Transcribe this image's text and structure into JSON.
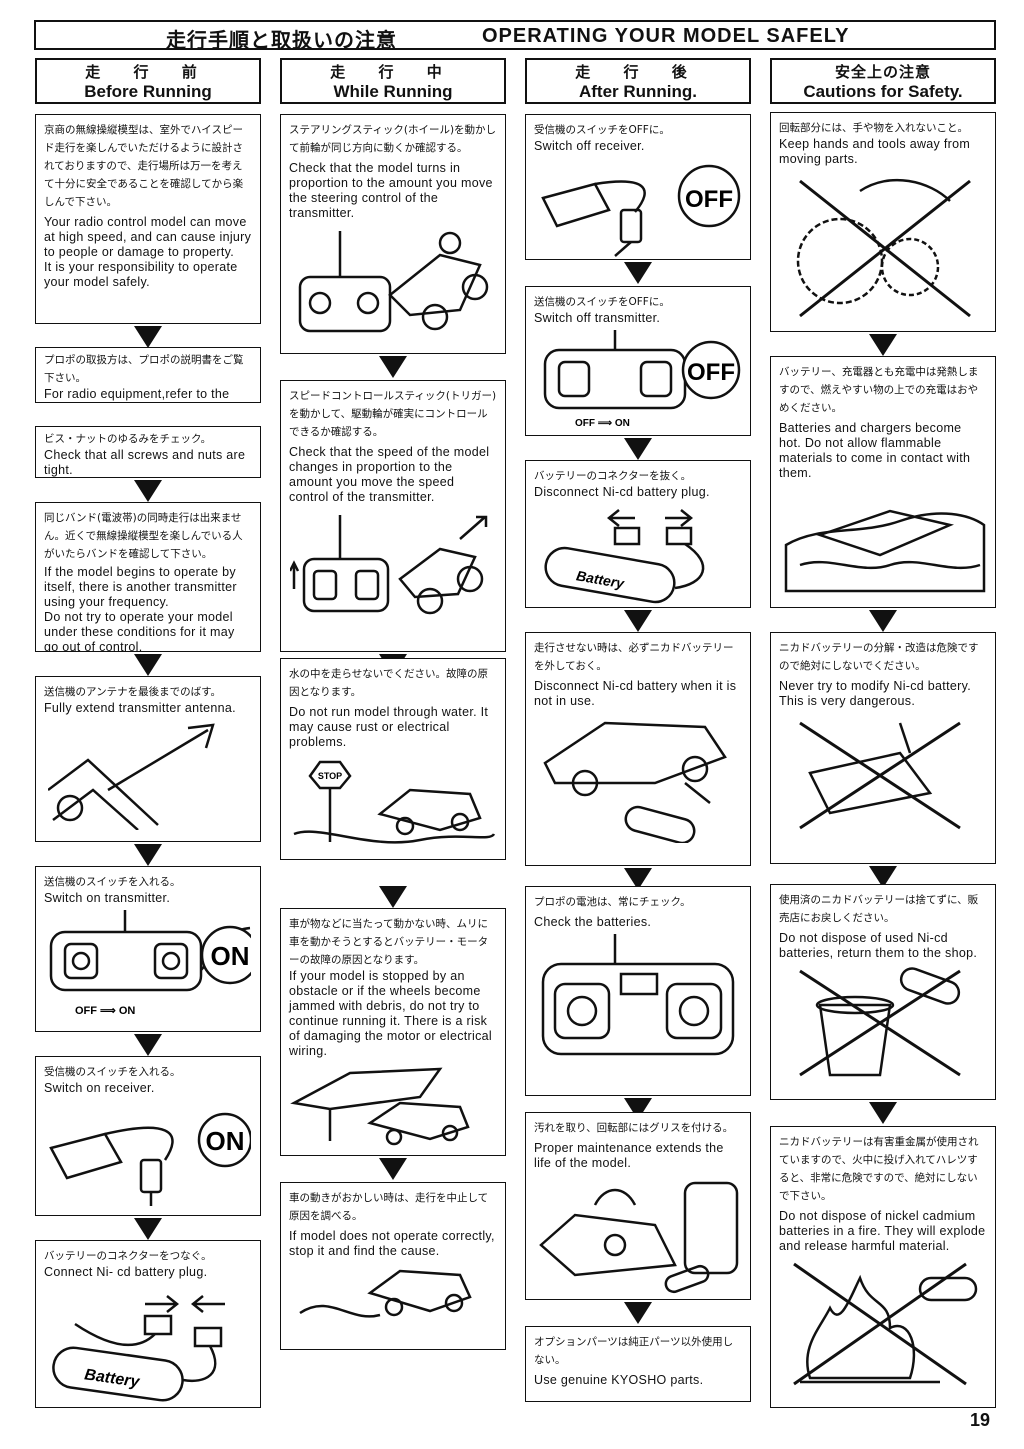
{
  "header": {
    "title_jp": "走行手順と取扱いの注意",
    "title_en": "OPERATING YOUR MODEL SAFELY"
  },
  "columns": [
    {
      "jp": "走 行 前",
      "en": "Before Running"
    },
    {
      "jp": "走 行 中",
      "en": "While Running"
    },
    {
      "jp": "走 行 後",
      "en": "After Running."
    },
    {
      "jp": "安全上の注意",
      "en": "Cautions for Safety."
    }
  ],
  "col1": [
    {
      "jp": "京商の無線操縦模型は、室外でハイスピード走行を楽しんでいただけるように設計されておりますので、走行場所は万一を考えて十分に安全であることを確認してから楽しんで下さい。",
      "en": "Your radio control model can move at high speed, and can cause injury to people or damage to property.\nIt is your responsibility to operate your model safely."
    },
    {
      "jp": "プロポの取扱方は、プロポの説明書をご覧下さい。",
      "en": "For radio equipment,refer to the manual that comes with radio."
    },
    {
      "jp": "ビス・ナットのゆるみをチェック。",
      "en": "Check that all screws and nuts are tight."
    },
    {
      "jp": "同じバンド(電波帯)の同時走行は出来ません。近くで無線操縦模型を楽しんでいる人がいたらバンドを確認して下さい。",
      "en": "If the model begins to operate by itself, there is another transmitter using your frequency.\nDo not try to operate your model under these conditions for it may go out of control."
    },
    {
      "jp": "送信機のアンテナを最後までのばす。",
      "en": "Fully extend transmitter antenna."
    },
    {
      "jp": "送信機のスイッチを入れる。",
      "en": "Switch on transmitter."
    },
    {
      "jp": "受信機のスイッチを入れる。",
      "en": "Switch on receiver."
    },
    {
      "jp": "バッテリーのコネクターをつなぐ。",
      "en": "Connect Ni- cd battery plug."
    }
  ],
  "col2": [
    {
      "jp": "ステアリングスティック(ホイール)を動かして前輪が同じ方向に動くか確認する。",
      "en": "Check that the model turns in proportion to the amount you move the steering control of the transmitter."
    },
    {
      "jp": "スピードコントロールスティック(トリガー)を動かして、駆動輪が確実にコントロールできるか確認する。",
      "en": "Check that the speed of the model changes in proportion to the amount you move the speed control of the transmitter."
    },
    {
      "jp": "水の中を走らせないでください。故障の原因となります。",
      "en": "Do not run model through water. It may cause rust or electrical problems."
    },
    {
      "jp": "車が物などに当たって動かない時、ムリに車を動かそうとするとバッテリー・モーターの故障の原因となります。",
      "en": "If your model is stopped by an obstacle or if the wheels become jammed with debris, do not try to continue running it. There is a risk of damaging the motor or electrical wiring."
    },
    {
      "jp": "車の動きがおかしい時は、走行を中止して原因を調べる。",
      "en": "If model does not operate correctly, stop it and find the cause."
    }
  ],
  "col3": [
    {
      "jp": "受信機のスイッチをOFFに。",
      "en": "Switch off receiver."
    },
    {
      "jp": "送信機のスイッチをOFFに。",
      "en": "Switch off transmitter."
    },
    {
      "jp": "バッテリーのコネクターを抜く。",
      "en": "Disconnect Ni-cd battery plug."
    },
    {
      "jp": "走行させない時は、必ずニカドバッテリーを外しておく。",
      "en": "Disconnect Ni-cd battery when it is not in use."
    },
    {
      "jp": "プロポの電池は、常にチェック。",
      "en": "Check the batteries."
    },
    {
      "jp": "汚れを取り、回転部にはグリスを付ける。",
      "en": "Proper maintenance extends the life of the model."
    },
    {
      "jp": "オプションパーツは純正パーツ以外使用しない。",
      "en": "Use genuine KYOSHO parts."
    }
  ],
  "col4": [
    {
      "jp": "回転部分には、手や物を入れないこと。",
      "en": "Keep hands and tools away from moving parts."
    },
    {
      "jp": "バッテリー、充電器とも充電中は発熱しますので、燃えやすい物の上での充電はおやめください。",
      "en": "Batteries and chargers become hot. Do not allow flammable materials to come in contact with them."
    },
    {
      "jp": "ニカドバッテリーの分解・改造は危険ですので絶対にしないでください。",
      "en": "Never try to modify Ni-cd battery. This is very dangerous."
    },
    {
      "jp": "使用済のニカドバッテリーは捨てずに、販売店にお戻しください。",
      "en": "Do not dispose of used Ni-cd batteries, return them to the shop."
    },
    {
      "jp": "ニカドバッテリーは有害重金属が使用されていますので、火中に投げ入れてハレツすると、非常に危険ですので、絶対にしないで下さい。",
      "en": "Do not dispose of nickel cadmium batteries in a fire. They will explode and release harmful material."
    }
  ],
  "illustration_labels": {
    "off": "OFF",
    "on": "ON",
    "off_arrow_on": "OFF ⟹ ON",
    "battery": "Battery",
    "stop": "STOP"
  },
  "page_number": "19"
}
